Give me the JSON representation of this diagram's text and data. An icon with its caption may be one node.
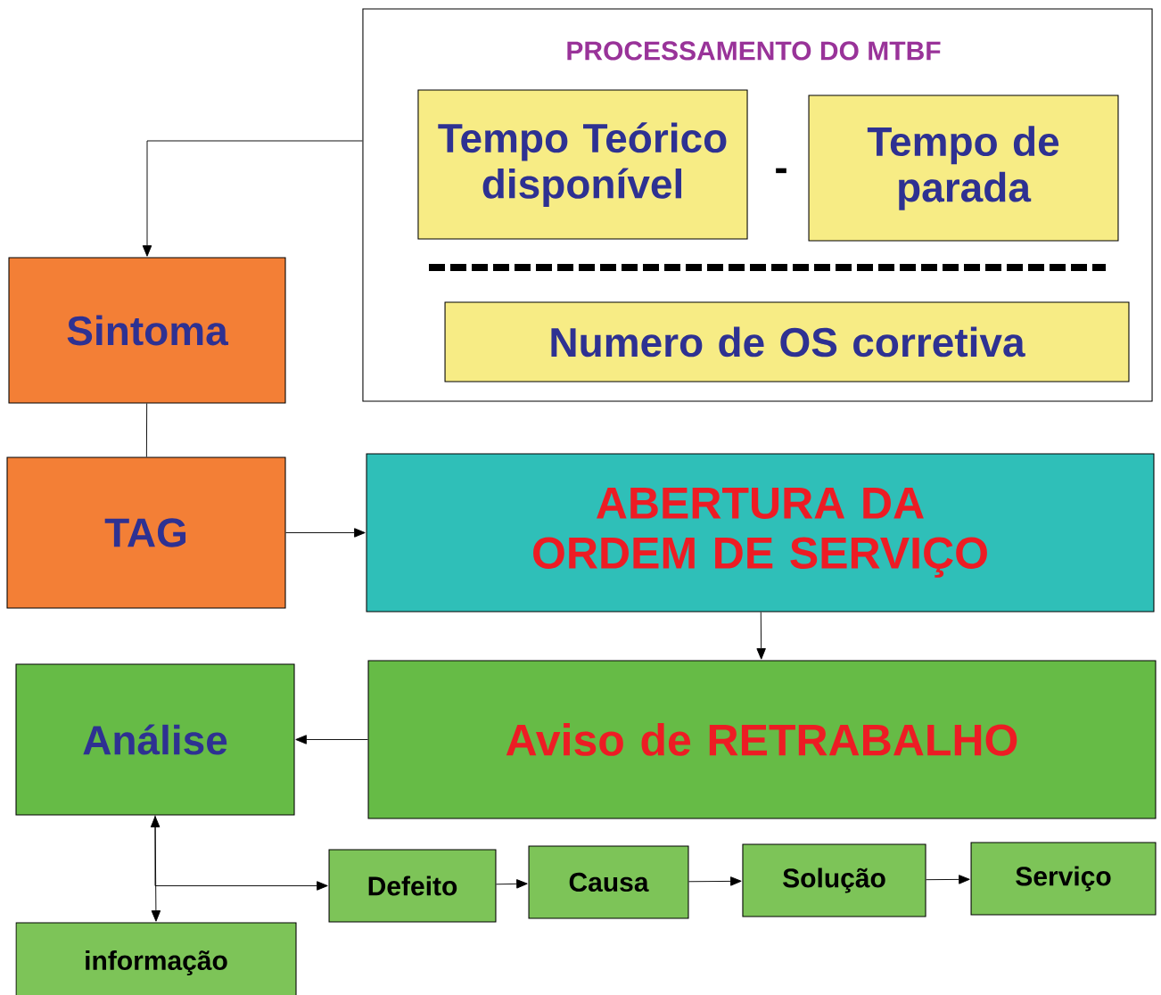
{
  "diagram": {
    "nodes": [
      {
        "text": [
          "PROCESSAMENTO  DO MTBF"
        ]
      },
      {
        "text": [
          "Tempo Teórico disponível"
        ],
        "in": 0
      },
      {
        "text": [
          "Tempo de parada"
        ],
        "in": 0
      },
      {
        "text": [
          "Numero de OS corretiva"
        ],
        "in": 0
      },
      {
        "text": [
          "Sintoma"
        ]
      },
      {
        "text": [
          "TAG"
        ]
      },
      {
        "text": [
          "ABERTURA DA ORDEM DE SERVIÇO"
        ]
      },
      {
        "text": [
          "Aviso de RETRABALHO"
        ]
      },
      {
        "text": [
          "Análise"
        ]
      },
      {
        "text": [
          "informação"
        ]
      },
      {
        "text": [
          "Defeito"
        ]
      },
      {
        "text": [
          "Causa"
        ]
      },
      {
        "text": [
          "Solução"
        ]
      },
      {
        "text": [
          "Serviço"
        ]
      }
    ],
    "edges": [
      {
        "from": 0,
        "to": 4,
        "arrow": "to"
      },
      {
        "from": 4,
        "to": 5,
        "arrow": "none"
      },
      {
        "from": 5,
        "to": 6,
        "arrow": "to"
      },
      {
        "from": 6,
        "to": 7,
        "arrow": "to"
      },
      {
        "from": 7,
        "to": 8,
        "arrow": "to"
      },
      {
        "from": 8,
        "to": 9,
        "arrow": "both"
      },
      {
        "from": 8,
        "to": 10,
        "arrow": "to"
      },
      {
        "from": 10,
        "to": 11,
        "arrow": "to"
      },
      {
        "from": 11,
        "to": 12,
        "arrow": "to"
      },
      {
        "from": 12,
        "to": 13,
        "arrow": "to"
      }
    ],
    "labels": [
      "-"
    ]
  }
}
